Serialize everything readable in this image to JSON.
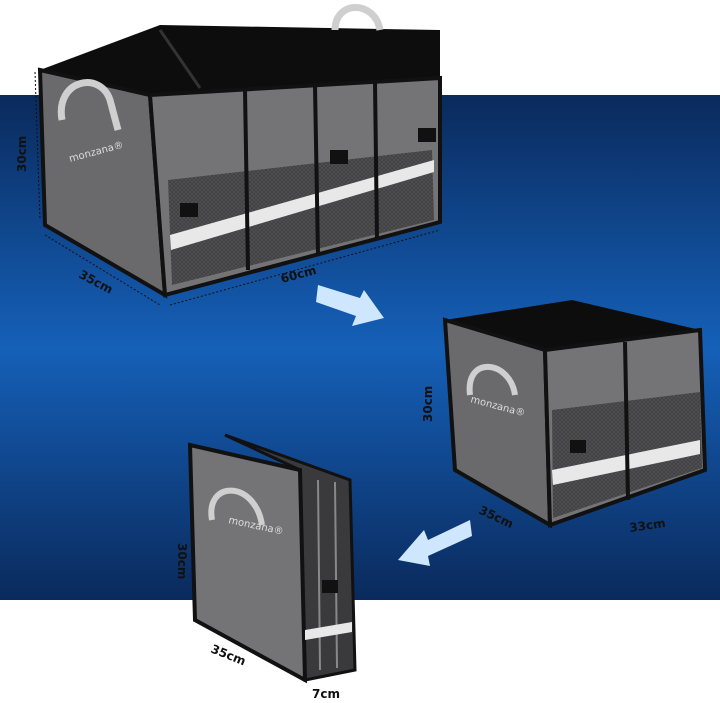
{
  "brand": "monzana®",
  "colors": {
    "band_dark": "#0a2a5c",
    "band_light": "#1560b8",
    "fabric": "#6e6e70",
    "trim": "#111111",
    "reflective": "#e8e8e8",
    "arrow": "#cfe6ff"
  },
  "unfolded": {
    "height": "30cm",
    "depth": "35cm",
    "width": "60cm"
  },
  "half": {
    "height": "30cm",
    "depth": "35cm",
    "width": "33cm"
  },
  "folded": {
    "height": "30cm",
    "depth": "35cm",
    "thickness": "7cm"
  }
}
